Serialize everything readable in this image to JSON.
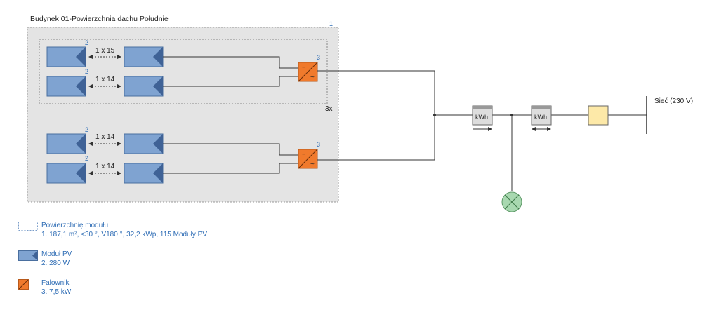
{
  "building_title": "Budynek 01-Powierzchnia dachu Południe",
  "building_index": "1",
  "subarray_multiplier": "3x",
  "strings": [
    {
      "label": "1 x 15",
      "index": "2"
    },
    {
      "label": "1 x 14",
      "index": "2"
    },
    {
      "label": "1 x 14",
      "index": "2"
    },
    {
      "label": "1 x 14",
      "index": "2"
    }
  ],
  "inverter_index": "3",
  "inverter_symbol_dc": "=",
  "inverter_symbol_ac": "~",
  "meter_labels": [
    "kWh",
    "kWh"
  ],
  "grid_label": "Sieć (230 V)",
  "colors": {
    "pv_module": "#7fa3d1",
    "inverter": "#f07a2c",
    "box_fill": "#e4e4e4",
    "load_fill": "#a8d8b0",
    "grid_box": "#fde9a8",
    "index_blue": "#2f6db5"
  },
  "legend": [
    {
      "symbol": "dotted-rectangle-icon",
      "title": "Powierzchnię modułu",
      "detail": "1. 187,1 m², <30 °, V180 °, 32,2 kWp, 115 Moduły PV"
    },
    {
      "symbol": "pv-module-icon",
      "title": "Moduł PV",
      "detail": "2. 280 W"
    },
    {
      "symbol": "inverter-icon",
      "title": "Falownik",
      "detail": "3. 7,5 kW"
    }
  ]
}
